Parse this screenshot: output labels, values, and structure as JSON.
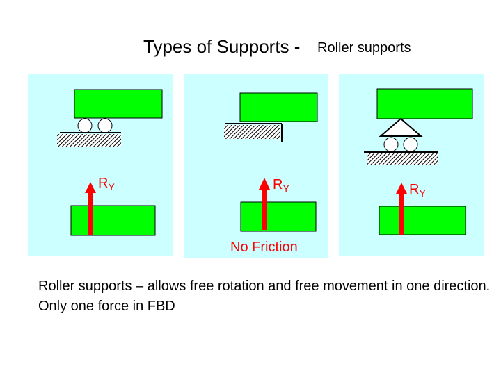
{
  "title": {
    "main": "Types of Supports -",
    "sub": "Roller supports"
  },
  "panels": [
    {
      "force_label": {
        "letter": "R",
        "subscript": "Y"
      }
    },
    {
      "force_label": {
        "letter": "R",
        "subscript": "Y"
      },
      "note": "No Friction"
    },
    {
      "force_label": {
        "letter": "R",
        "subscript": "Y"
      }
    }
  ],
  "description": "Roller supports – allows free rotation and free movement in one direction. Only one force in FBD",
  "colors": {
    "panel_background": "#ccffff",
    "block_fill": "#00ff00",
    "force_arrow": "#ff0000"
  }
}
